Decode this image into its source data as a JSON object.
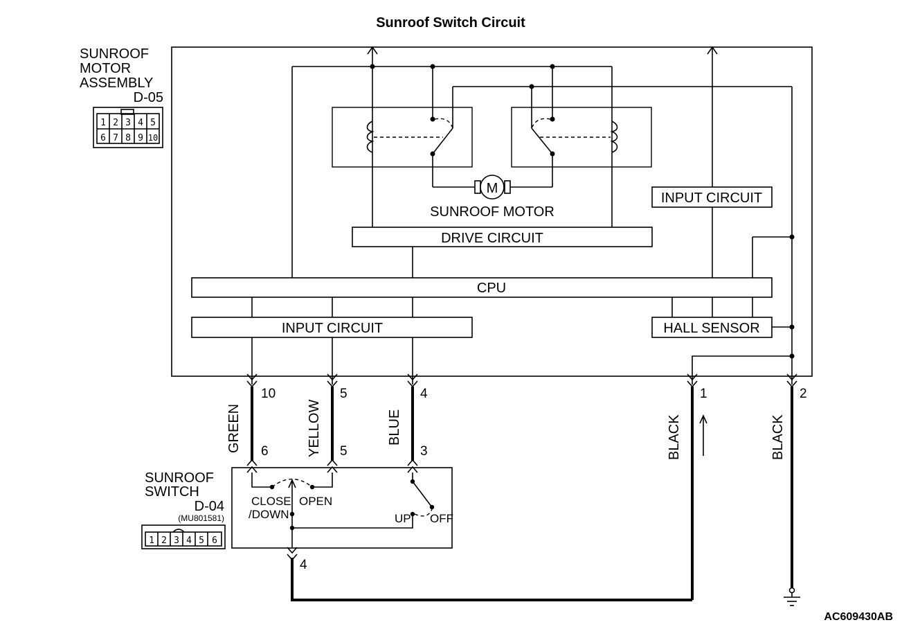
{
  "title": "Sunroof Switch Circuit",
  "footer_code": "AC609430AB",
  "motor_assembly": {
    "label_lines": [
      "SUNROOF",
      "MOTOR",
      "ASSEMBLY"
    ],
    "connector": "D-05",
    "pins_top": [
      "1",
      "2",
      "3",
      "4",
      "5"
    ],
    "pins_bottom": [
      "6",
      "7",
      "8",
      "9",
      "10"
    ]
  },
  "blocks": {
    "sunroof_motor": "SUNROOF MOTOR",
    "motor_symbol": "M",
    "drive_circuit": "DRIVE CIRCUIT",
    "cpu": "CPU",
    "input_circuit_left": "INPUT CIRCUIT",
    "input_circuit_right": "INPUT CIRCUIT",
    "hall_sensor": "HALL SENSOR"
  },
  "wires": [
    {
      "color": "GREEN",
      "top_pin": "10",
      "bottom_pin": "6"
    },
    {
      "color": "YELLOW",
      "top_pin": "5",
      "bottom_pin": "5"
    },
    {
      "color": "BLUE",
      "top_pin": "4",
      "bottom_pin": "3"
    },
    {
      "color": "BLACK",
      "top_pin": "1"
    },
    {
      "color": "BLACK",
      "top_pin": "2"
    }
  ],
  "switch": {
    "label_lines": [
      "SUNROOF",
      "SWITCH"
    ],
    "connector": "D-04",
    "part_number": "(MU801581)",
    "pins": [
      "1",
      "2",
      "3",
      "4",
      "5",
      "6"
    ],
    "close_lines": [
      "CLOSE",
      "/DOWN"
    ],
    "open": "OPEN",
    "up": "UP",
    "off": "OFF",
    "ground_pin": "4"
  }
}
